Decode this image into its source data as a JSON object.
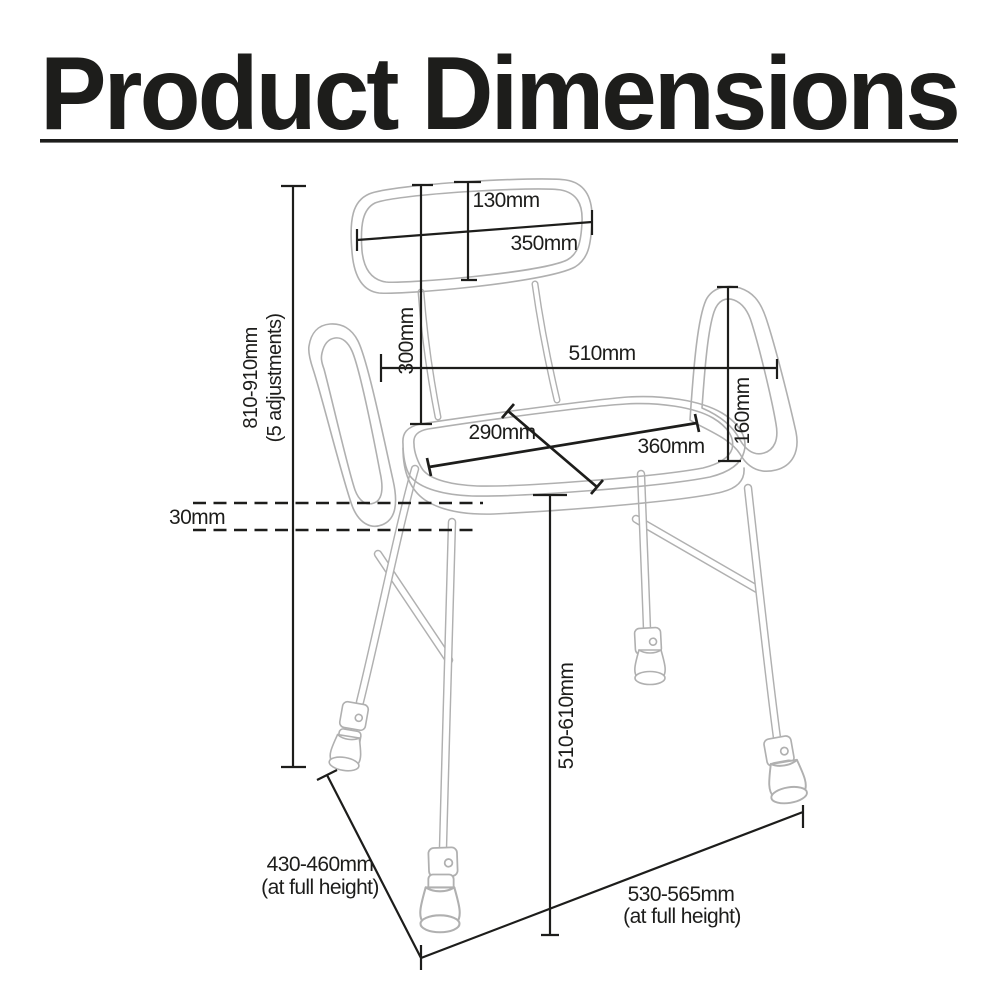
{
  "title": "Product Dimensions",
  "colors": {
    "background": "#ffffff",
    "line_art_gray": "#b0b0b0",
    "ink_black": "#1d1d1b"
  },
  "labels": {
    "backrest_height": "130mm",
    "backrest_width": "350mm",
    "backrest_to_seat": "300mm",
    "armrest_span": "510mm",
    "armrest_height": "160mm",
    "seat_depth": "290mm",
    "seat_width": "360mm",
    "overall_height": "810-910mm",
    "overall_height_note": "(5 adjustments)",
    "seat_thickness": "30mm",
    "seat_height": "510-610mm",
    "base_depth": "430-460mm",
    "base_depth_note": "(at full height)",
    "base_width": "530-565mm",
    "base_width_note": "(at full height)"
  }
}
